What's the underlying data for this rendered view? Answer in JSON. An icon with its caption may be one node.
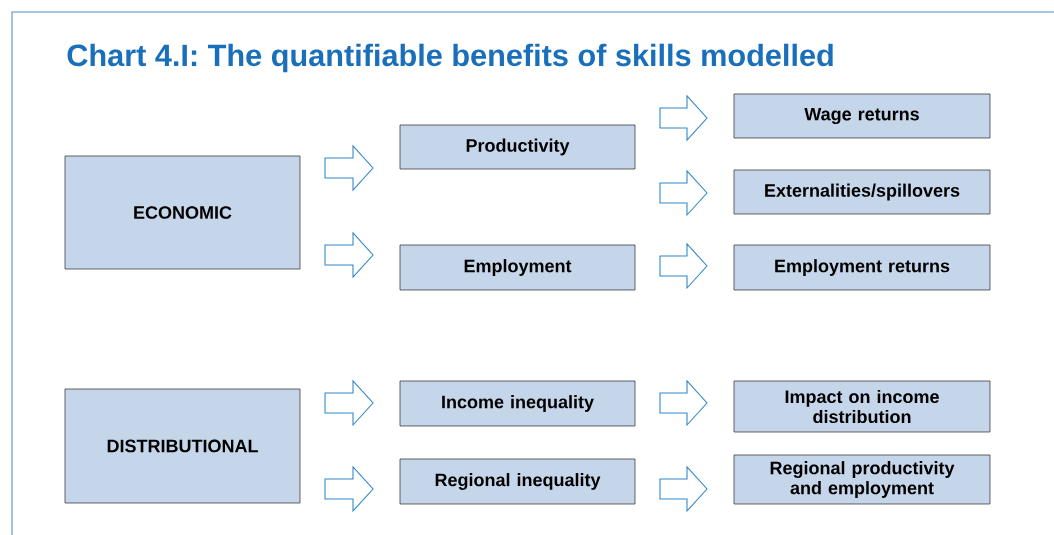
{
  "diagram": {
    "title": "Chart 4.I: The quantifiable benefits of skills modelled",
    "nodes": [
      {
        "text": [
          "ECONOMIC"
        ]
      },
      {
        "text": [
          "Productivity"
        ]
      },
      {
        "text": [
          "Employment"
        ]
      },
      {
        "text": [
          "Wage returns"
        ]
      },
      {
        "text": [
          "Externalities/spillovers"
        ]
      },
      {
        "text": [
          "Employment returns"
        ]
      },
      {
        "text": [
          "DISTRIBUTIONAL"
        ]
      },
      {
        "text": [
          "Income inequality"
        ]
      },
      {
        "text": [
          "Regional inequality"
        ]
      },
      {
        "text": [
          "Impact on income distribution"
        ]
      },
      {
        "text": [
          "Regional productivity and employment"
        ]
      }
    ],
    "edges": [
      {
        "from": 0,
        "to": 1,
        "arrow": "to"
      },
      {
        "from": 0,
        "to": 2,
        "arrow": "to"
      },
      {
        "from": 1,
        "to": 3,
        "arrow": "to"
      },
      {
        "from": 1,
        "to": 4,
        "arrow": "to"
      },
      {
        "from": 2,
        "to": 5,
        "arrow": "to"
      },
      {
        "from": 6,
        "to": 7,
        "arrow": "to"
      },
      {
        "from": 6,
        "to": 8,
        "arrow": "to"
      },
      {
        "from": 7,
        "to": 9,
        "arrow": "to"
      },
      {
        "from": 8,
        "to": 10,
        "arrow": "to"
      }
    ]
  }
}
